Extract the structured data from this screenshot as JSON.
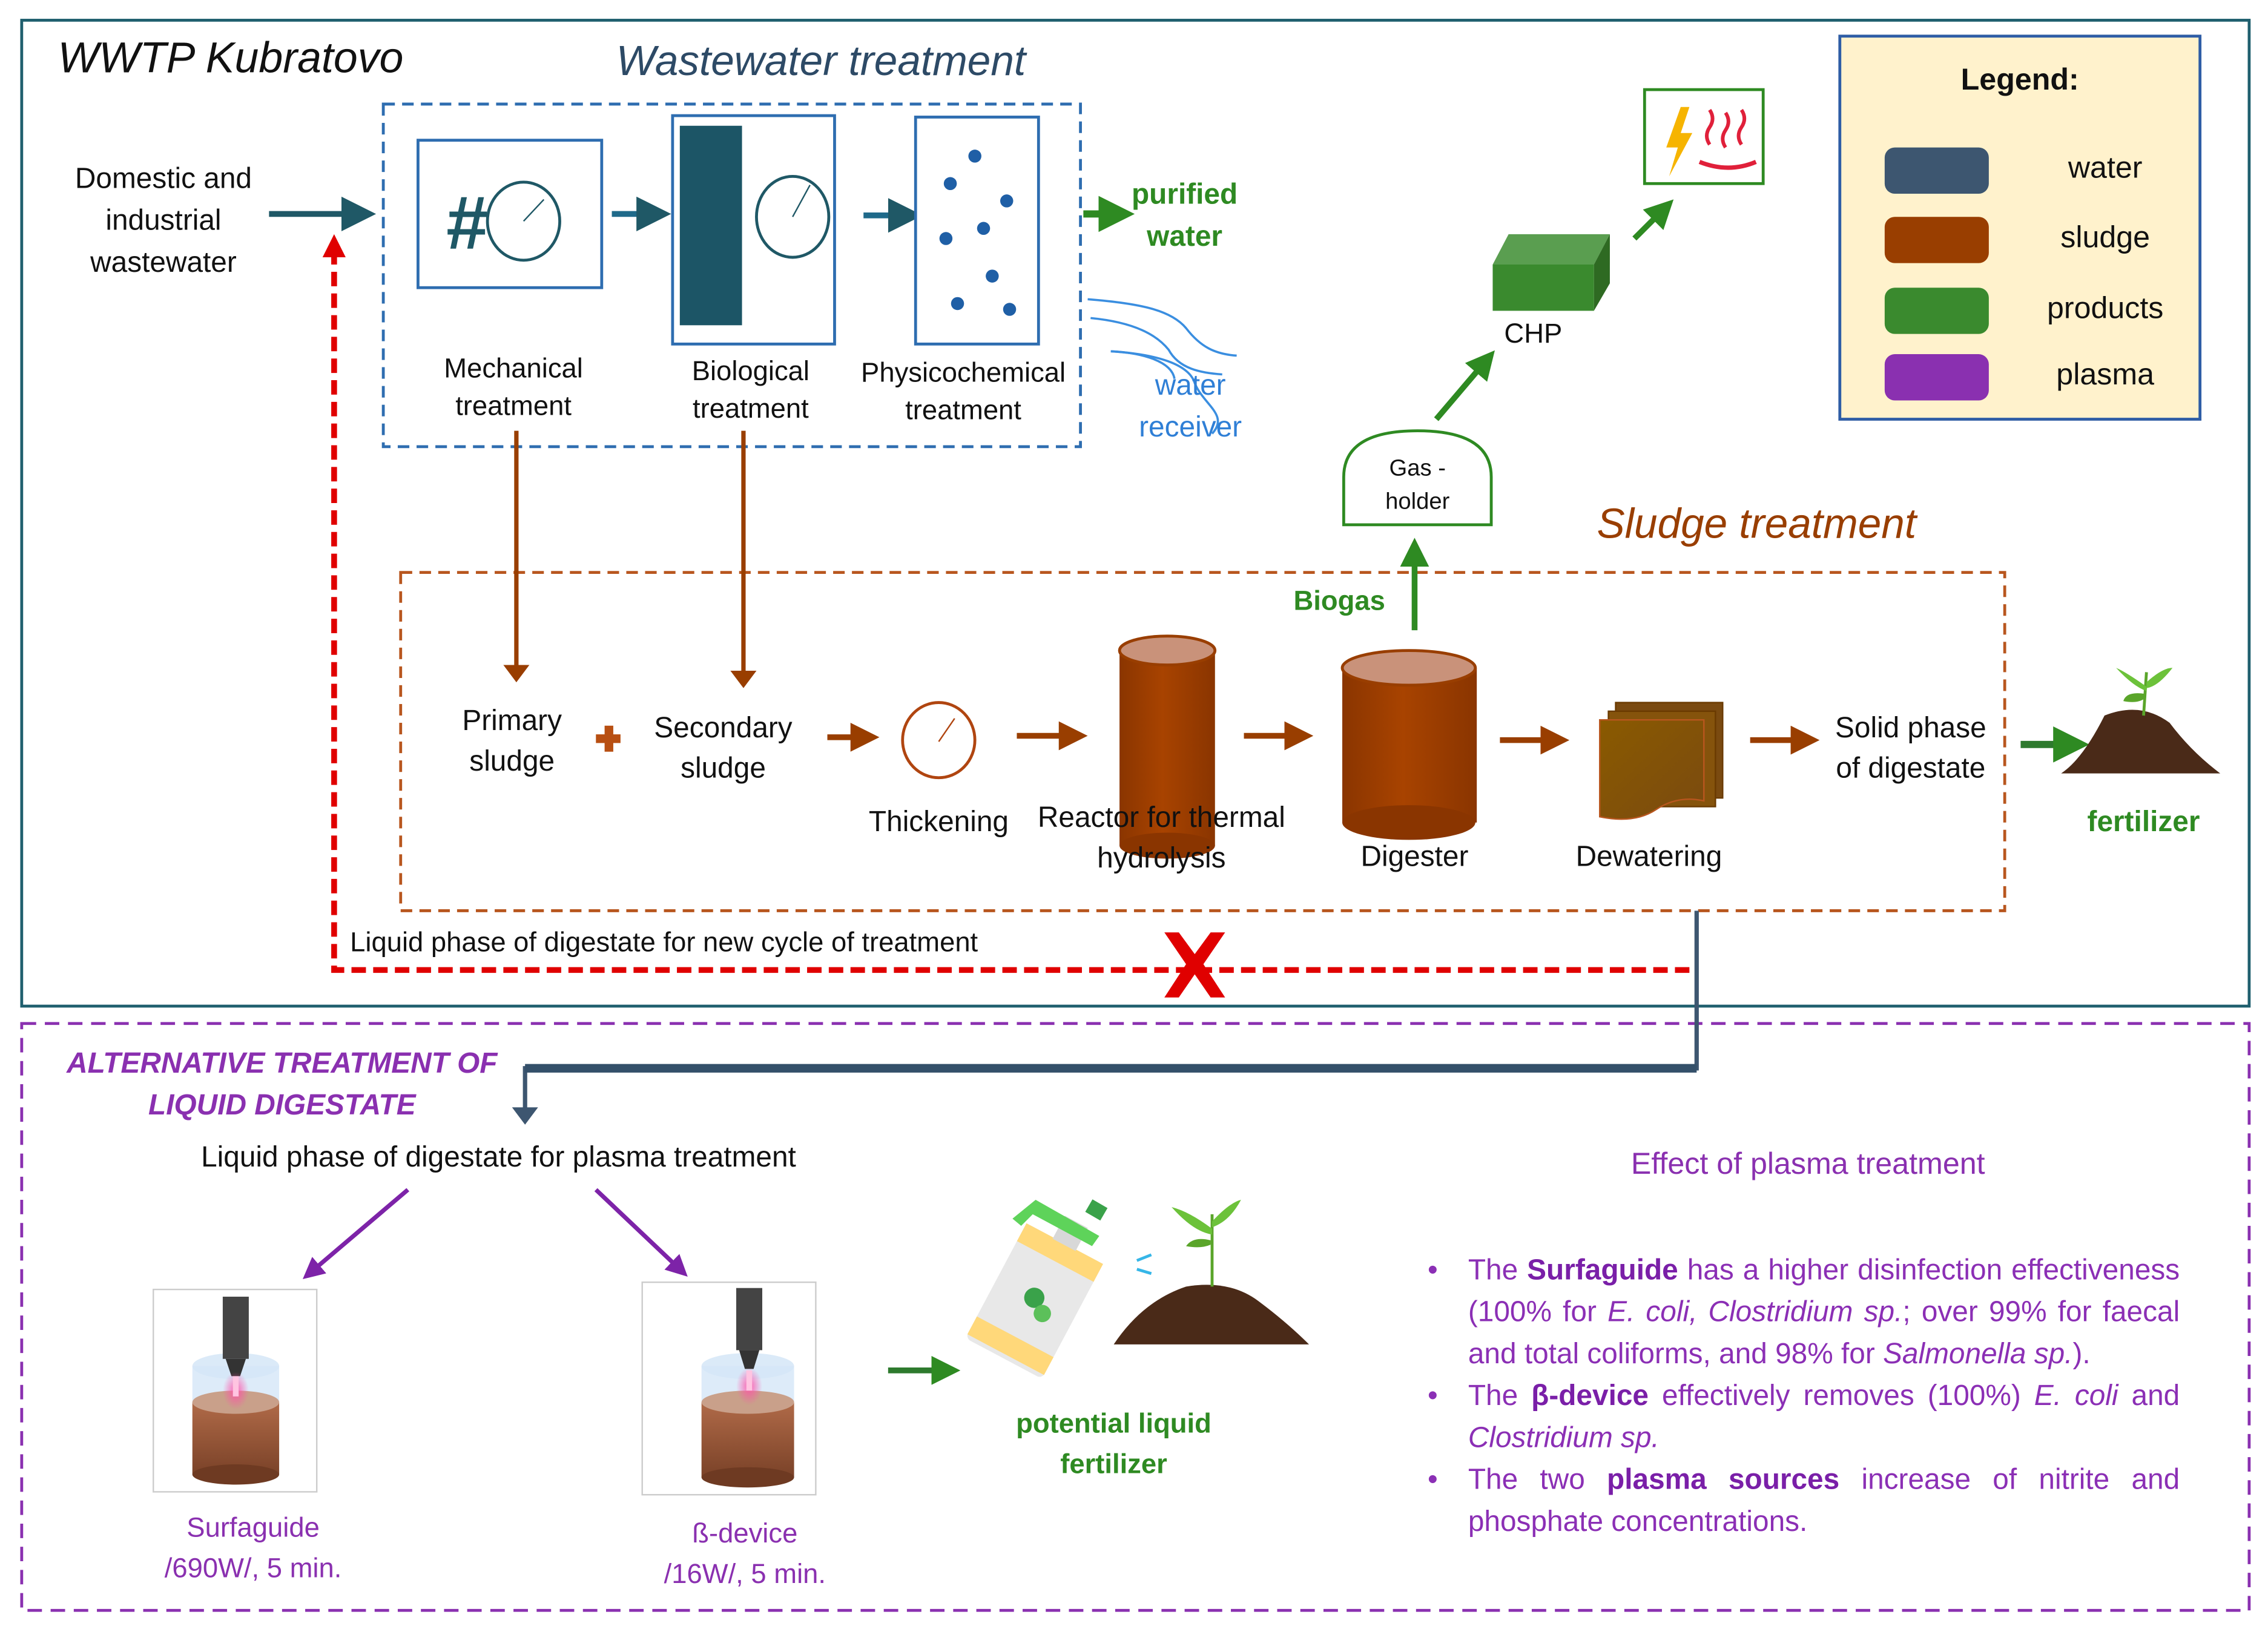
{
  "colors": {
    "water": "#3d5670",
    "sludge": "#993e00",
    "products": "#3a8a2e",
    "plasma": "#8a30b0",
    "recycle_red": "#e00000",
    "frame_teal": "#1f5f6e",
    "ww_box": "#2e6db0",
    "water_receiver": "#2f7fd6",
    "legend_bg": "#fff2cc"
  },
  "plant": {
    "title": "WWTP Kubratovo",
    "input_label": "Domestic and industrial wastewater"
  },
  "wastewater_treatment": {
    "title": "Wastewater treatment",
    "steps": [
      {
        "label": "Mechanical treatment",
        "icon": "screen-grid-clarifier-icon"
      },
      {
        "label": "Biological treatment",
        "icon": "aeration-tank-clarifier-icon"
      },
      {
        "label": "Physicochemical treatment",
        "icon": "flocculation-dots-icon"
      }
    ],
    "output_purified": "purified water",
    "output_receiver": "water receiver"
  },
  "energy": {
    "gas_holder": "Gas - holder",
    "chp": "CHP",
    "output_icon": "electricity-heat-icon",
    "biogas": "Biogas"
  },
  "sludge_treatment": {
    "title": "Sludge treatment",
    "primary": "Primary sludge",
    "plus": "+",
    "secondary": "Secondary sludge",
    "steps": [
      {
        "label": "Thickening",
        "icon": "thickener-icon"
      },
      {
        "label": "Reactor for thermal hydrolysis",
        "icon": "cylinder-reactor-icon"
      },
      {
        "label": "Digester",
        "icon": "digester-tank-icon"
      },
      {
        "label": "Dewatering",
        "icon": "filter-press-sheets-icon"
      }
    ],
    "solid_phase": "Solid phase of digestate",
    "fertilizer": "fertilizer"
  },
  "recycle": {
    "label": "Liquid phase of digestate for new cycle of treatment",
    "blocked_icon": "red-x-icon"
  },
  "legend": {
    "title": "Legend:",
    "items": [
      {
        "label": "water",
        "color": "#3d5670"
      },
      {
        "label": "sludge",
        "color": "#993e00"
      },
      {
        "label": "products",
        "color": "#3a8a2e"
      },
      {
        "label": "plasma",
        "color": "#8a30b0"
      }
    ]
  },
  "alternative": {
    "title_line1": "ALTERNATIVE TREATMENT OF",
    "title_line2": "LIQUID DIGESTATE",
    "liquid_label": "Liquid phase of digestate for plasma treatment",
    "devices": [
      {
        "name": "Surfaguide",
        "params": "/690W/, 5 min."
      },
      {
        "name": "ß-device",
        "params": "/16W/, 5 min."
      }
    ],
    "product_line1": "potential liquid",
    "product_line2": "fertilizer"
  },
  "effects": {
    "title": "Effect of plasma treatment",
    "bullets": [
      {
        "pre": "The ",
        "bold": "Surfaguide",
        "text1": " has a higher disinfection effectiveness (100% for ",
        "italic1": "E. coli, Clostridium sp.",
        "text2": "; over 99% for faecal and total coliforms, and 98% for ",
        "italic2": "Salmonella sp.",
        "text3": ")."
      },
      {
        "pre": "The ",
        "bold": "β-device",
        "text1": " effectively removes (100%) ",
        "italic1": "E. coli",
        "text2": " and ",
        "italic2": "Clostridium sp.",
        "text3": ""
      },
      {
        "pre": "The two ",
        "bold": "plasma sources",
        "text1": " increase of nitrite and phosphate concentrations.",
        "italic1": "",
        "text2": "",
        "italic2": "",
        "text3": ""
      }
    ]
  }
}
